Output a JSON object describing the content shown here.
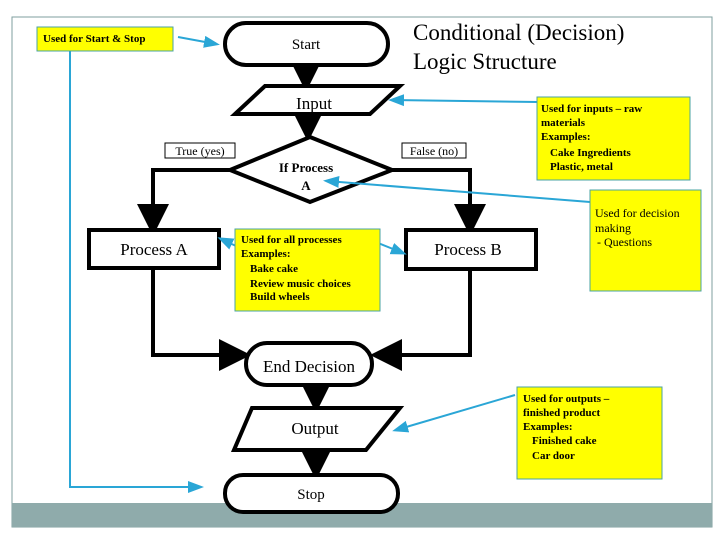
{
  "title": {
    "line1": "Conditional (Decision)",
    "line2": "Logic Structure"
  },
  "flow": {
    "start": "Start",
    "input": "Input",
    "decision": {
      "line1": "If Process",
      "line2": "A"
    },
    "true_label": "True (yes)",
    "false_label": "False (no)",
    "process_a": "Process A",
    "process_b": "Process B",
    "end_decision": "End Decision",
    "output": "Output",
    "stop": "Stop"
  },
  "notes": {
    "start_stop": "Used for Start & Stop",
    "inputs": [
      "Used for inputs – raw",
      "materials",
      "Examples:",
      "Cake Ingredients",
      "Plastic, metal"
    ],
    "decision": [
      "Used for decision",
      "making",
      "- Questions"
    ],
    "processes": [
      "Used for all processes",
      "Examples:",
      "Bake cake",
      "Review music choices",
      "Build wheels"
    ],
    "outputs": [
      "Used for outputs –",
      "finished product",
      "Examples:",
      "Finished cake",
      "Car door"
    ]
  },
  "colors": {
    "note_fill": "#ffff00",
    "note_border": "#4aa3a3",
    "pointer": "#2aa6d6",
    "footer_bar": "#8fabab"
  }
}
